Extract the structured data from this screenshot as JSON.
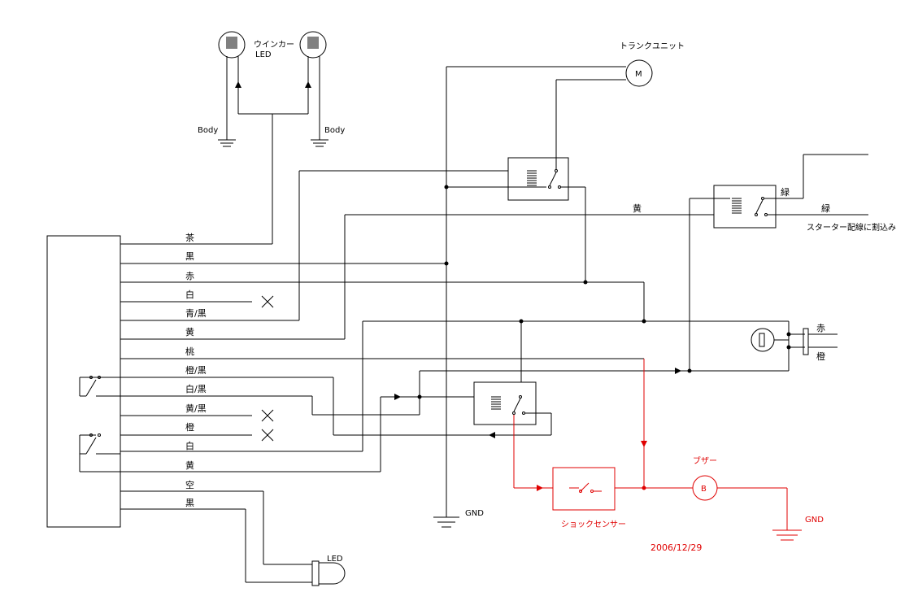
{
  "labels": {
    "winker_led": "ウインカー",
    "winker_led2": "LED",
    "body_left": "Body",
    "body_right": "Body",
    "trunk_unit": "トランクユニット",
    "motor": "M",
    "green_right": "緑",
    "green_out": "緑",
    "starter": "スターター配線に割込み",
    "yellow_top": "黄",
    "red_right": "赤",
    "orange_right": "橙",
    "gnd_center": "GND",
    "gnd_right": "GND",
    "buzzer_label": "ブザー",
    "buzzer": "B",
    "shock_sensor": "ショックセンサー",
    "date": "2006/12/29",
    "led_bottom": "LED"
  },
  "wires": [
    "茶",
    "黒",
    "赤",
    "白",
    "青/黒",
    "黄",
    "桃",
    "橙/黒",
    "白/黒",
    "黄/黒",
    "橙",
    "白",
    "黄",
    "空",
    "黒"
  ]
}
